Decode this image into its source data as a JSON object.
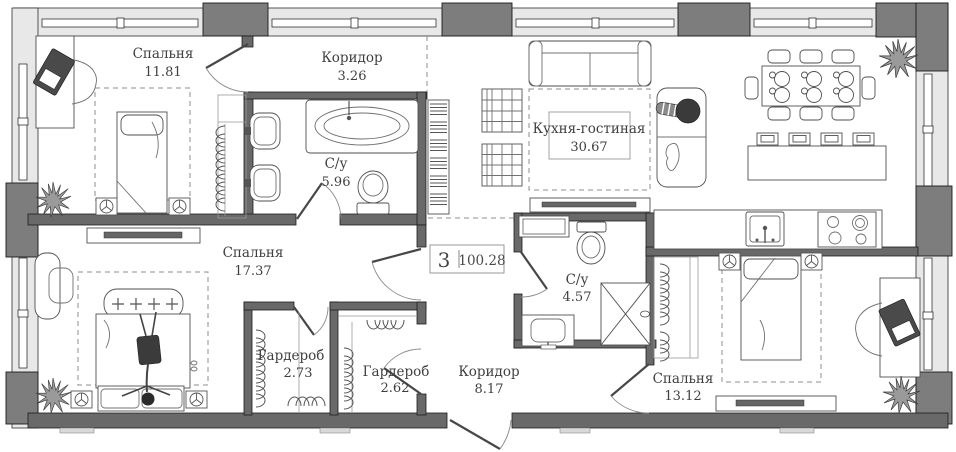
{
  "plan": {
    "unit": {
      "rooms_count": "3",
      "total_area": "100.28"
    },
    "rooms": [
      {
        "id": "bedroom-1",
        "name": "Спальня",
        "area": "11.81"
      },
      {
        "id": "corridor-1",
        "name": "Коридор",
        "area": "3.26"
      },
      {
        "id": "bathroom-1",
        "name": "С/у",
        "area": "5.96"
      },
      {
        "id": "kitchen-living",
        "name": "Кухня-гостиная",
        "area": "30.67"
      },
      {
        "id": "bedroom-2",
        "name": "Спальня",
        "area": "17.37"
      },
      {
        "id": "bathroom-2",
        "name": "С/у",
        "area": "4.57"
      },
      {
        "id": "wardrobe-1",
        "name": "Гардероб",
        "area": "2.73"
      },
      {
        "id": "wardrobe-2",
        "name": "Гардероб",
        "area": "2.62"
      },
      {
        "id": "corridor-2",
        "name": "Коридор",
        "area": "8.17"
      },
      {
        "id": "bedroom-3",
        "name": "Спальня",
        "area": "13.12"
      }
    ],
    "colors": {
      "wall_dark": "#696969",
      "pier": "#7d7d7d",
      "window_band": "#e8e8e8",
      "text": "#3f3f3f",
      "dashed": "#8c8c8c"
    }
  }
}
